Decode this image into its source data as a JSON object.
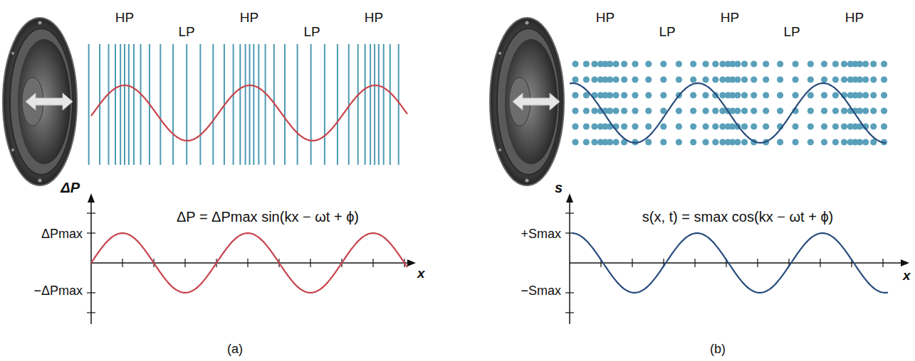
{
  "diagram": {
    "labels": [
      "HP",
      "LP",
      "HP",
      "LP",
      "HP",
      "HP",
      "LP",
      "HP",
      "LP",
      "HP",
      "ΔP",
      "ΔP = ΔPmax sin(kx − ωt + ϕ)",
      "ΔPmax",
      "−ΔPmax",
      "x",
      "(a)",
      "s",
      "s(x, t) = smax cos(kx − ωt + ϕ)",
      "+Smax",
      "−Smax",
      "x",
      "(b)"
    ]
  }
}
